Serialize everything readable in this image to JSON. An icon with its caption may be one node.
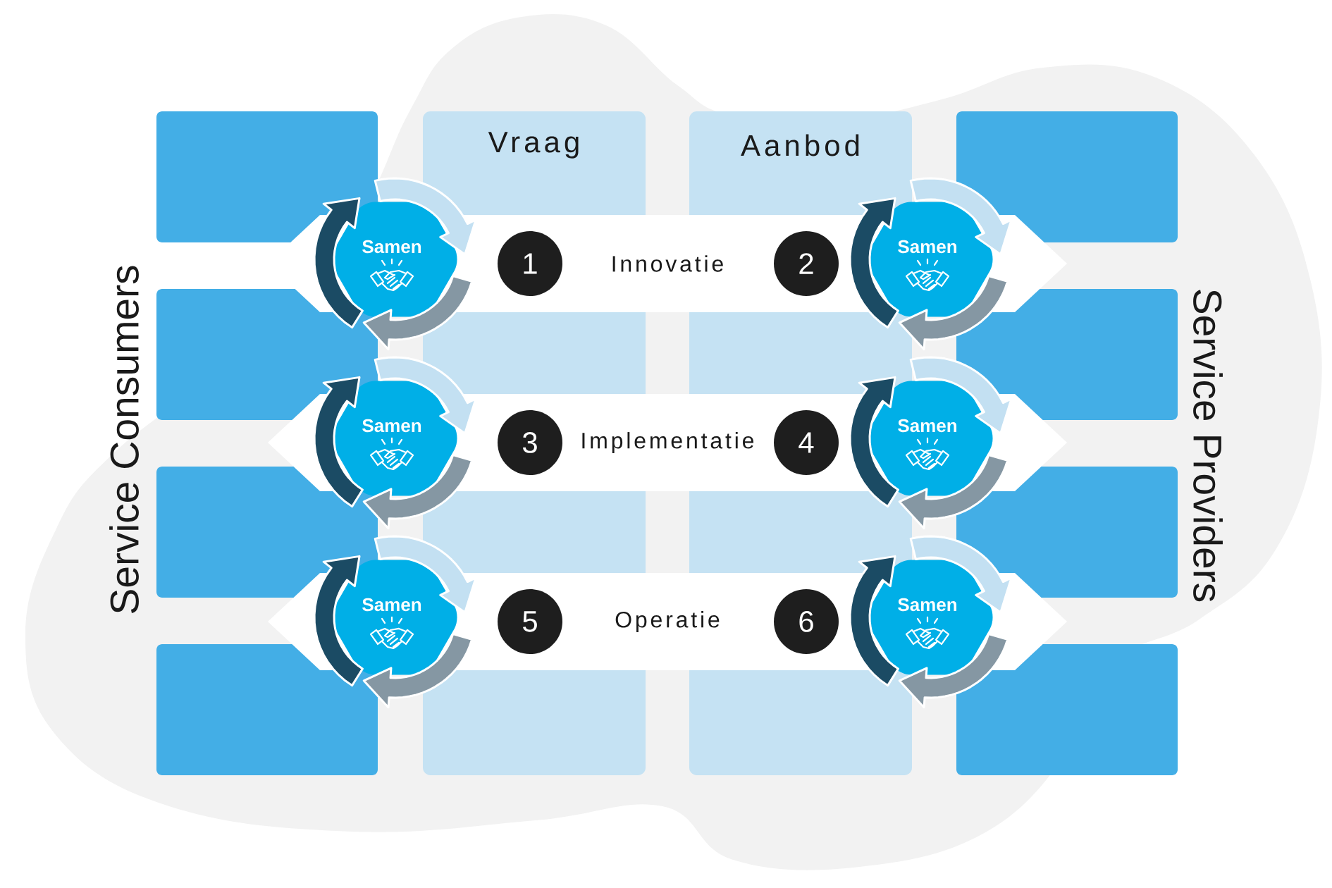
{
  "diagram": {
    "nodes": [
      {
        "text": [],
        "shape": "box"
      },
      {
        "text": [
          "Vraag"
        ]
      },
      {
        "text": [
          "Aanbod"
        ]
      },
      {
        "text": [],
        "shape": "box"
      },
      {
        "text": [
          "Samen"
        ]
      },
      {
        "text": [
          "Innovatie"
        ]
      },
      {
        "text": [
          "1"
        ]
      },
      {
        "text": [
          "2"
        ]
      },
      {
        "text": [
          "Samen"
        ]
      },
      {
        "text": [],
        "shape": "box"
      },
      {
        "text": [],
        "shape": "box"
      },
      {
        "text": [
          "Samen"
        ]
      },
      {
        "text": [
          "Implementatie"
        ]
      },
      {
        "text": [
          "3"
        ]
      },
      {
        "text": [
          "4"
        ]
      },
      {
        "text": [
          "Samen"
        ]
      },
      {
        "text": [],
        "shape": "box"
      },
      {
        "text": [],
        "shape": "box"
      },
      {
        "text": [
          "Samen"
        ]
      },
      {
        "text": [
          "Operatie"
        ]
      },
      {
        "text": [
          "5"
        ]
      },
      {
        "text": [
          "6"
        ]
      },
      {
        "text": [
          "Samen"
        ]
      },
      {
        "text": [],
        "shape": "box"
      },
      {
        "text": [],
        "shape": "box"
      }
    ],
    "labels": [
      "Service Consumers",
      "Service Providers"
    ]
  }
}
